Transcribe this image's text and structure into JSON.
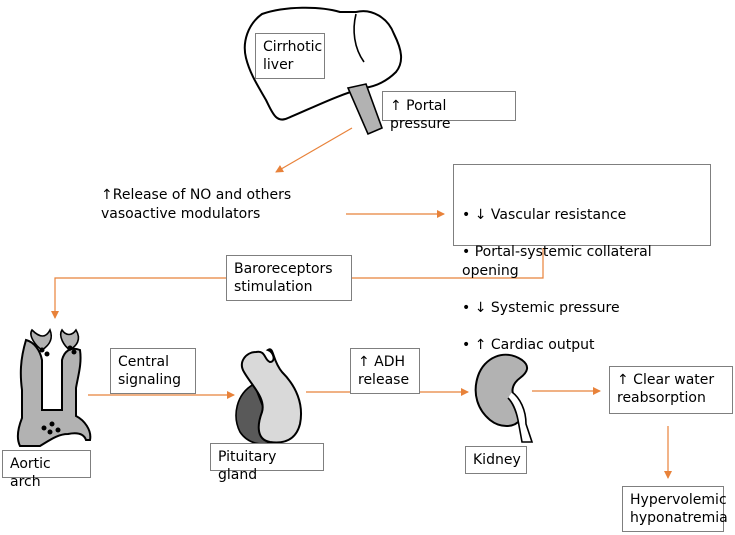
{
  "colors": {
    "arrow": "#e8823a",
    "organ_fill": "#b2b2b2",
    "organ_light": "#d9d9d9",
    "organ_dark": "#595959",
    "box_border": "#7f7f7f"
  },
  "labels": {
    "liver": "Cirrhotic\nliver",
    "portal_pressure": "↑ Portal pressure",
    "release_no": "↑Release of NO and others\nvasoactive modulators",
    "effects": [
      "↓ Vascular resistance",
      "Portal-systemic collateral opening",
      "↓ Systemic pressure",
      "↑ Cardiac output"
    ],
    "baroreceptors": "Baroreceptors\nstimulation",
    "central_signaling": "Central\nsignaling",
    "adh_release": "↑ ADH\nrelease",
    "clear_water": "↑ Clear water\nreabsorption",
    "aortic_arch": "Aortic arch",
    "pituitary": "Pituitary gland",
    "kidney": "Kidney",
    "hyponatremia": "Hypervolemic\nhyponatremia"
  },
  "icons": [
    "liver-icon",
    "aortic-arch-icon",
    "pituitary-gland-icon",
    "kidney-icon"
  ]
}
